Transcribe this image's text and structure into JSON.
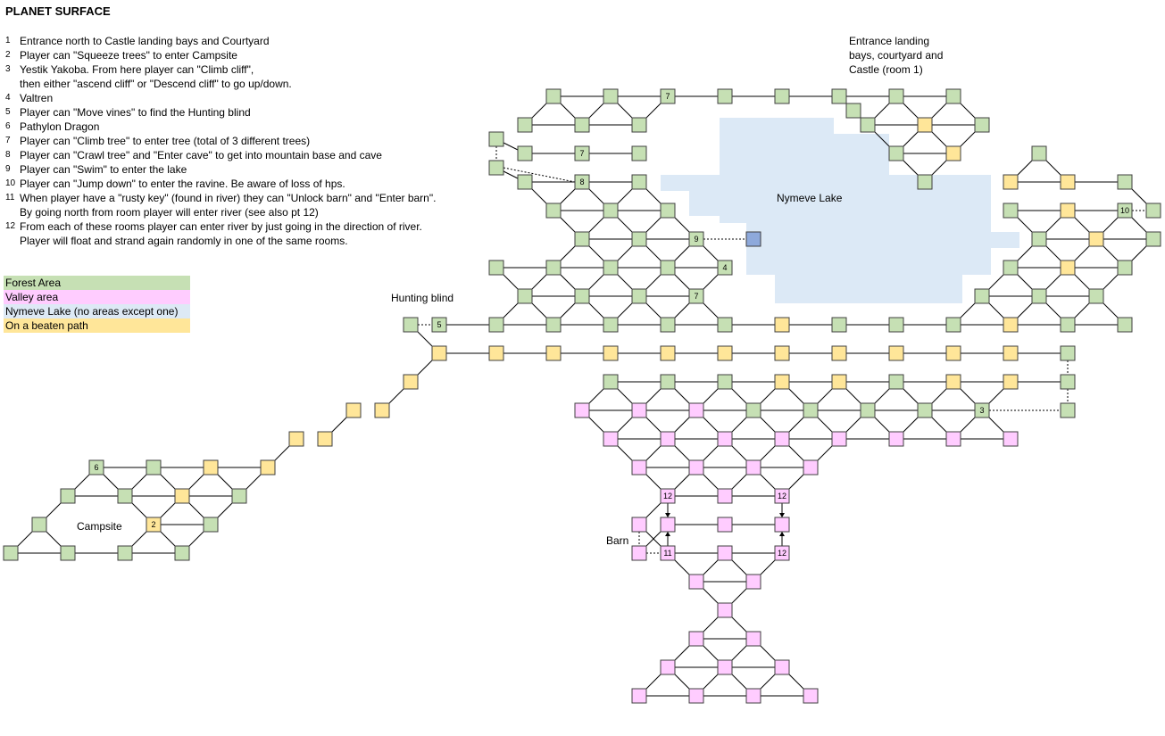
{
  "title": "PLANET SURFACE",
  "notes": [
    {
      "num": "1",
      "text": "Entrance north to Castle landing bays and Courtyard"
    },
    {
      "num": "2",
      "text": "Player can \"Squeeze trees\" to enter Campsite"
    },
    {
      "num": "3",
      "text": "Yestik Yakoba. From here player can \"Climb cliff\",\nthen either \"ascend cliff\" or \"Descend cliff\" to go up/down."
    },
    {
      "num": "4",
      "text": "Valtren"
    },
    {
      "num": "5",
      "text": "Player can \"Move vines\" to find the Hunting blind"
    },
    {
      "num": "6",
      "text": "Pathylon Dragon"
    },
    {
      "num": "7",
      "text": "Player can \"Climb tree\" to enter tree (total of 3 different trees)"
    },
    {
      "num": "8",
      "text": "Player can \"Crawl tree\" and \"Enter cave\" to get into mountain base and cave"
    },
    {
      "num": "9",
      "text": "Player can \"Swim\" to enter the lake"
    },
    {
      "num": "10",
      "text": "Player can \"Jump down\" to enter the ravine. Be aware of loss of hps."
    },
    {
      "num": "11",
      "text": "When player have a \"rusty key\" (found in river) they can \"Unlock barn\" and \"Enter barn\".\nBy going north from room player will enter river (see also pt 12)"
    },
    {
      "num": "12",
      "text": "From each of these rooms player can enter river by just going in the direction of river.\nPlayer will float and strand again randomly in one of the same rooms."
    }
  ],
  "legend": [
    {
      "label": "Forest Area",
      "color": "#c6e0b4"
    },
    {
      "label": "Valley area",
      "color": "#ffccff"
    },
    {
      "label": "Nymeve Lake (no areas except one)",
      "color": "#dde9f5"
    },
    {
      "label": "On a beaten path",
      "color": "#ffe699"
    }
  ],
  "map_labels": {
    "lake": "Nymeve Lake",
    "entrance": [
      "Entrance landing",
      "bays, courtyard and",
      "Castle (room 1)"
    ],
    "hunting_blind": "Hunting blind",
    "campsite": "Campsite",
    "barn": "Barn"
  },
  "colors": {
    "forest": "#c6e0b4",
    "valley": "#ffccff",
    "path": "#ffe699",
    "lake": "#dce9f6",
    "lake_room": "#8ea9db",
    "border": "#404040"
  }
}
